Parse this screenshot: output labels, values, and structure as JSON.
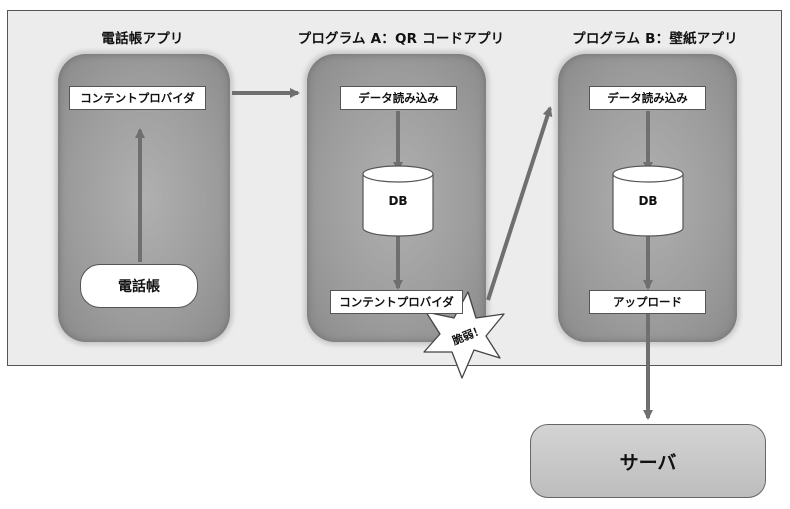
{
  "apps": [
    {
      "title": "電話帳アプリ",
      "provider_label": "コンテントプロバイダ",
      "phonebook_label": "電話帳"
    },
    {
      "title": "プログラム A：QR コードアプリ",
      "read_label": "データ読み込み",
      "db_label": "DB",
      "provider_label": "コンテントプロバイダ"
    },
    {
      "title": "プログラム B：壁紙アプリ",
      "read_label": "データ読み込み",
      "db_label": "DB",
      "upload_label": "アップロード"
    }
  ],
  "vulnerability_label": "脆弱！",
  "server_label": "サーバ",
  "colors": {
    "panel_bg": "#ececec",
    "app_box": "#a2a2a2",
    "arrow": "#6f6f6f",
    "server_bg": "#c8c8c8"
  }
}
